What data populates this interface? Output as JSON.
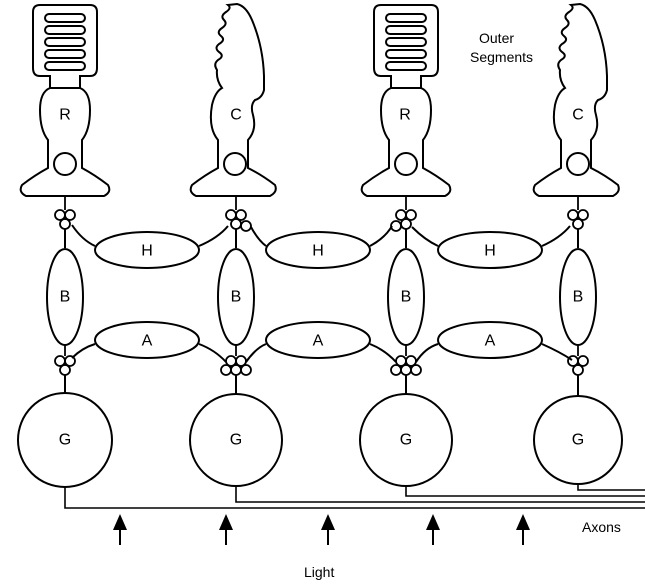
{
  "labels": {
    "outer_segments_line1": "Outer",
    "outer_segments_line2": "Segments",
    "axons": "Axons",
    "light": "Light"
  },
  "columns": [
    {
      "photoreceptor": "R",
      "bipolar": "B",
      "ganglion": "G"
    },
    {
      "photoreceptor": "C",
      "bipolar": "B",
      "ganglion": "G"
    },
    {
      "photoreceptor": "R",
      "bipolar": "B",
      "ganglion": "G"
    },
    {
      "photoreceptor": "C",
      "bipolar": "B",
      "ganglion": "G"
    }
  ],
  "horizontal_cells": [
    "H",
    "H",
    "H"
  ],
  "amacrine_cells": [
    "A",
    "A",
    "A"
  ],
  "light_arrow_count": 5,
  "colors": {
    "stroke": "#000000",
    "background": "#ffffff"
  }
}
